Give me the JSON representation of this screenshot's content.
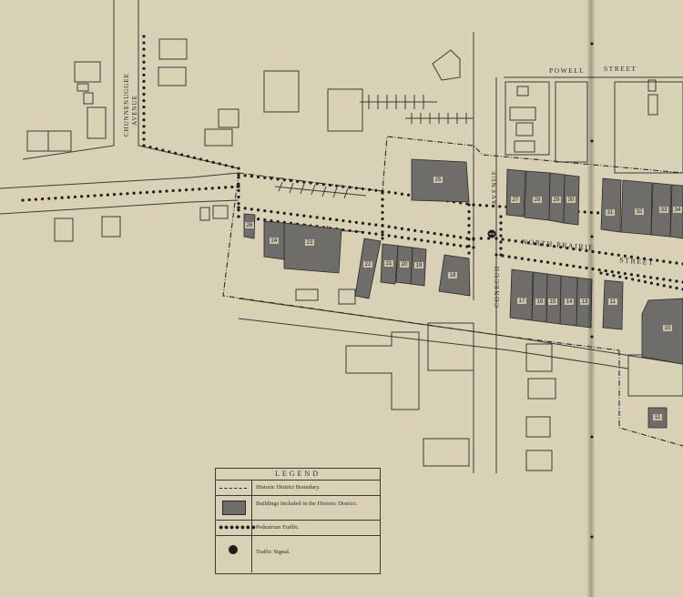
{
  "streets": {
    "powell": "POWELL",
    "powell_suffix": "STREET",
    "chunnenuggee_1": "CHUNNENUGGEE",
    "chunnenuggee_2": "AVENUE",
    "conecuh_1": "CONECUH",
    "conecuh_2": "AVENUE",
    "north_prairie": "NORTH PRAIRIE",
    "north_prairie_suffix": "STREET"
  },
  "buildings": [
    {
      "id": "b10",
      "label": "10"
    },
    {
      "id": "b11a",
      "label": "11"
    },
    {
      "id": "b11b",
      "label": "11"
    },
    {
      "id": "b13",
      "label": "13"
    },
    {
      "id": "b14",
      "label": "14"
    },
    {
      "id": "b15",
      "label": "15"
    },
    {
      "id": "b16",
      "label": "16"
    },
    {
      "id": "b17",
      "label": "17"
    },
    {
      "id": "b18",
      "label": "18"
    },
    {
      "id": "b19",
      "label": "19"
    },
    {
      "id": "b20",
      "label": "20"
    },
    {
      "id": "b21",
      "label": "21"
    },
    {
      "id": "b22",
      "label": "22"
    },
    {
      "id": "b23",
      "label": "23"
    },
    {
      "id": "b24",
      "label": "24"
    },
    {
      "id": "b25",
      "label": "25"
    },
    {
      "id": "b26",
      "label": "26"
    },
    {
      "id": "b27",
      "label": "27"
    },
    {
      "id": "b28",
      "label": "28"
    },
    {
      "id": "b29",
      "label": "29"
    },
    {
      "id": "b30",
      "label": "30"
    },
    {
      "id": "b31",
      "label": "31"
    },
    {
      "id": "b32",
      "label": "32"
    },
    {
      "id": "b33",
      "label": "33"
    },
    {
      "id": "b34",
      "label": "34"
    }
  ],
  "legend": {
    "title": "LEGEND",
    "boundary": "Historic District Boundary.",
    "buildings": "Buildings Included in the Historic District.",
    "pedestrian": "Pedestrian Traffic.",
    "signal": "Traffic Signal."
  },
  "colors": {
    "paper": "#d9d1b6",
    "building_fill": "#6e6d69",
    "ink": "#2b2a26"
  }
}
